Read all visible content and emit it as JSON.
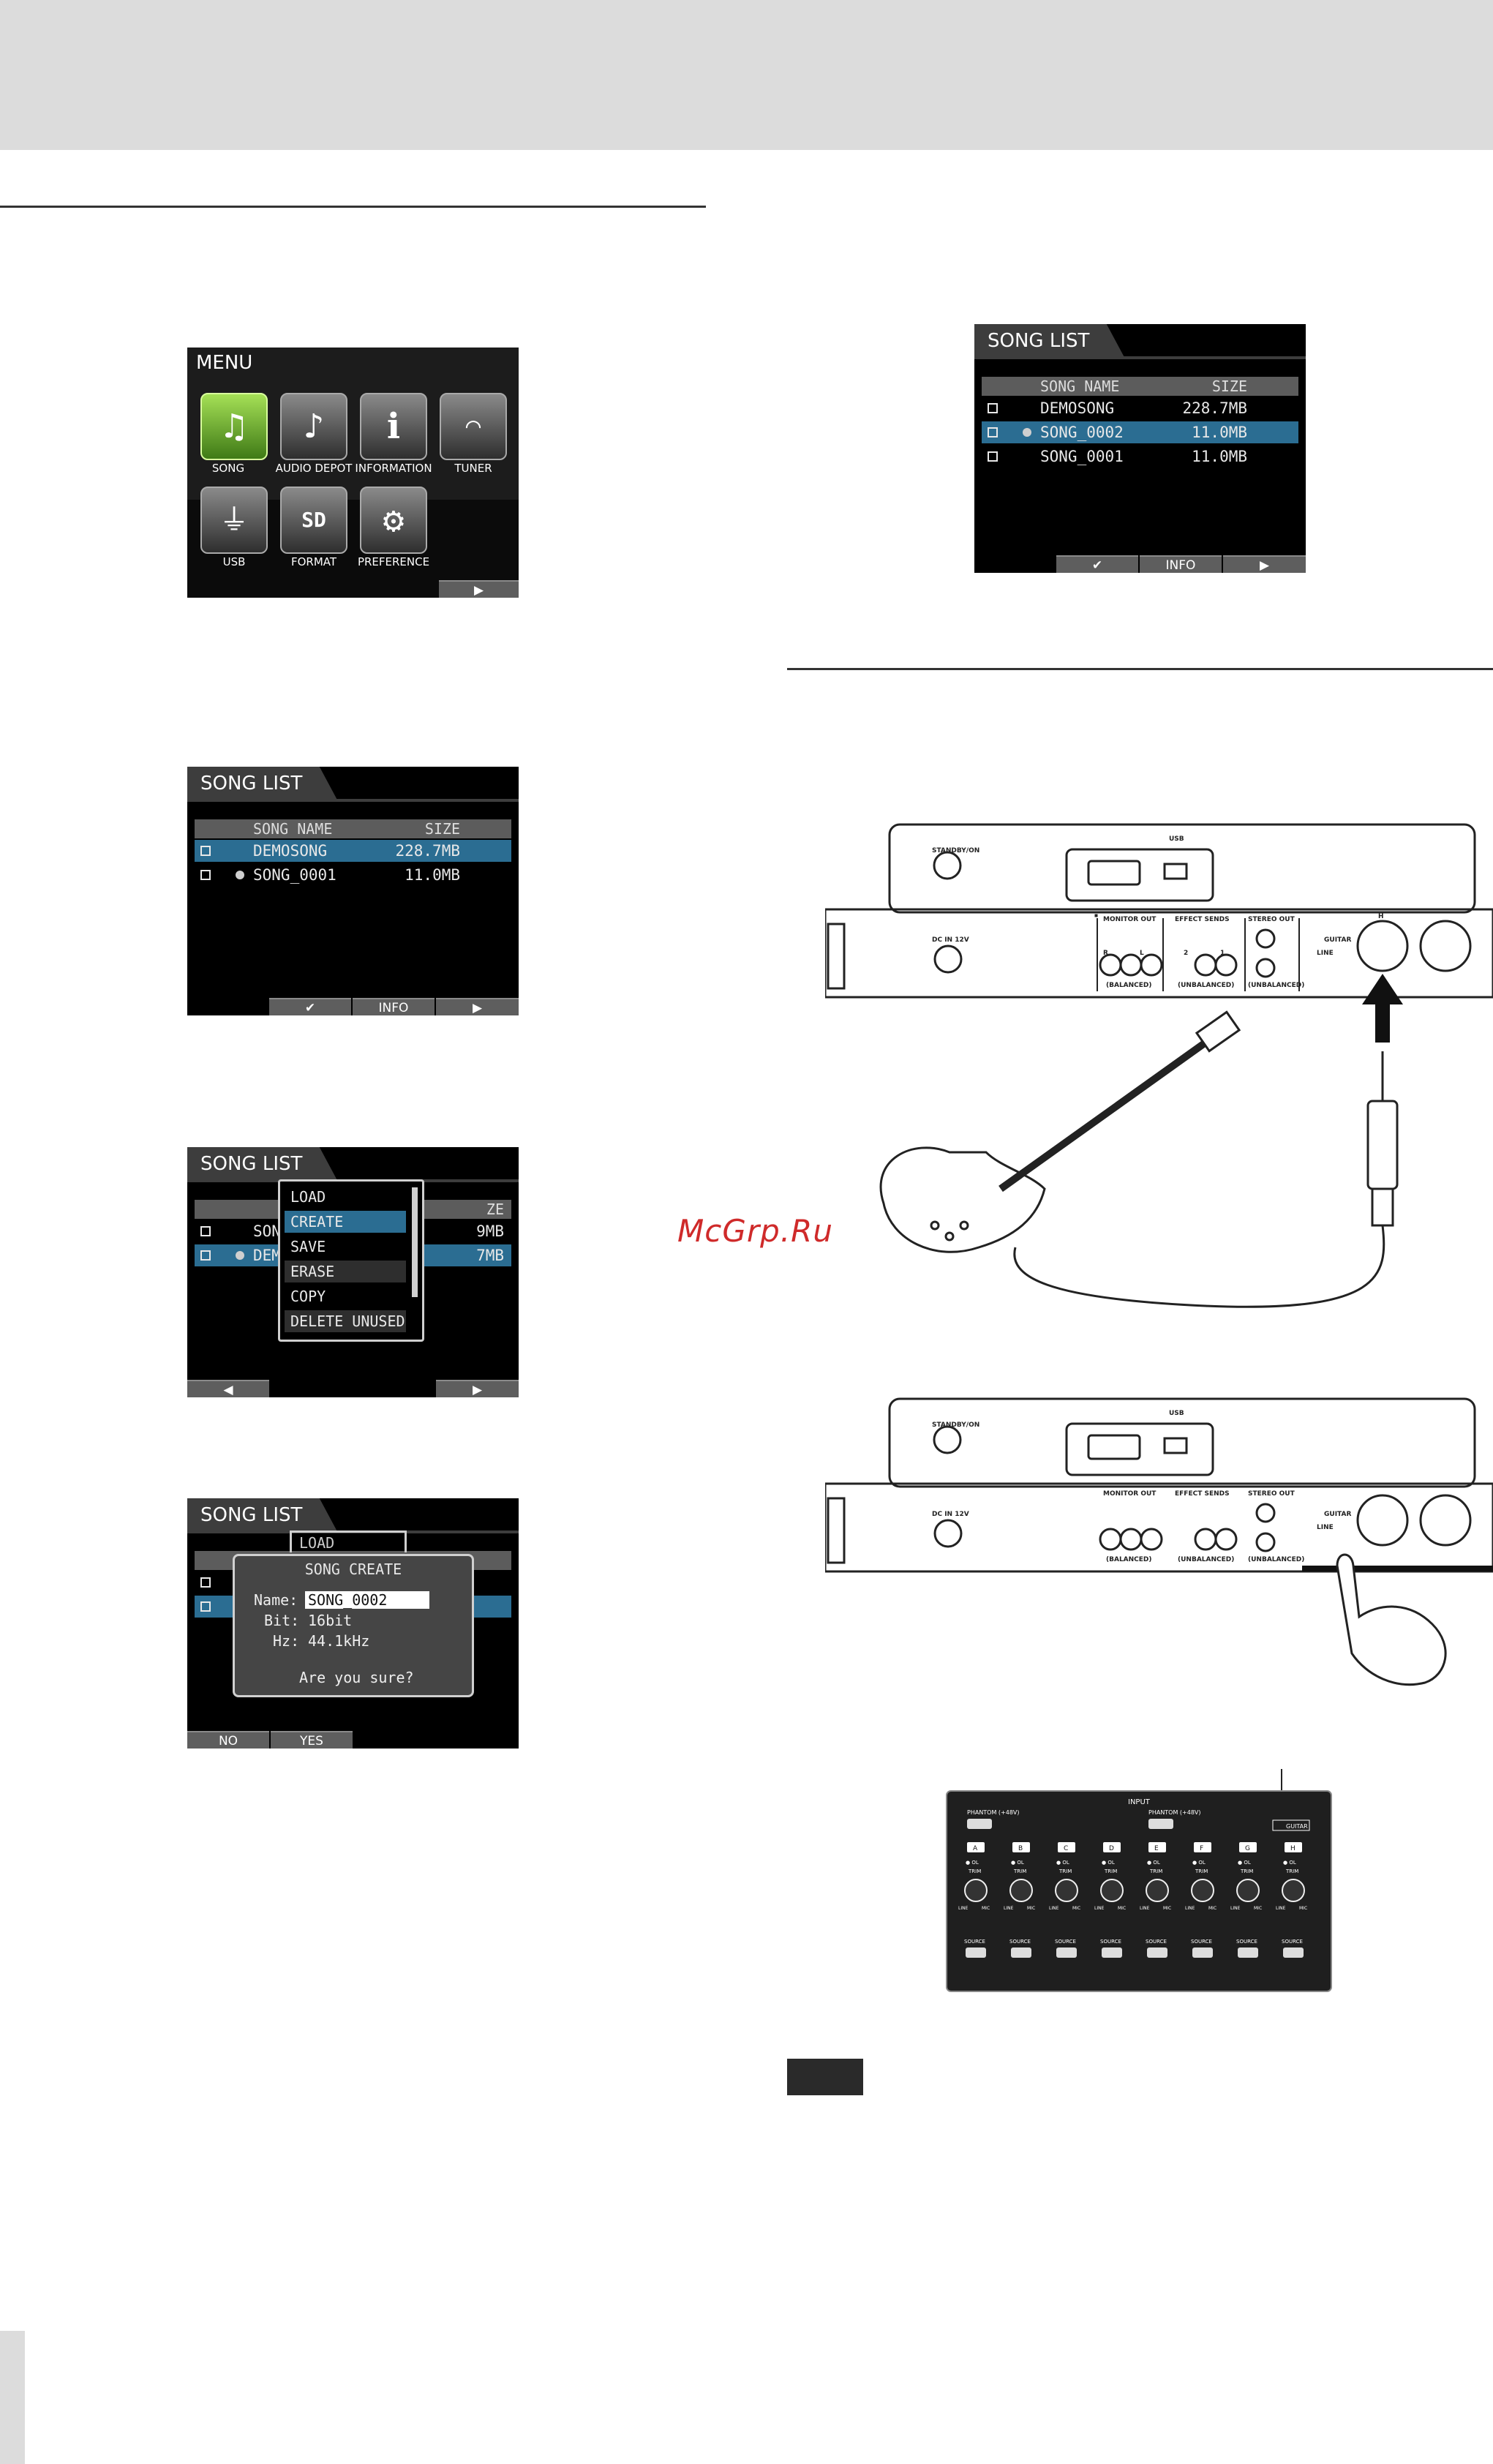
{
  "colors": {
    "selection": "#2b6d92",
    "lcd_bg": "#000000",
    "watermark": "#cf2a2a"
  },
  "watermark": "McGrp.Ru",
  "menu_screen": {
    "title": "MENU",
    "icons": [
      {
        "label": "SONG",
        "icon": "song-icon",
        "selected": true
      },
      {
        "label": "AUDIO DEPOT",
        "icon": "music-note-icon",
        "selected": false
      },
      {
        "label": "INFORMATION",
        "icon": "info-icon",
        "selected": false
      },
      {
        "label": "TUNER",
        "icon": "tuner-meter-icon",
        "selected": false
      },
      {
        "label": "USB",
        "icon": "usb-icon",
        "selected": false
      },
      {
        "label": "FORMAT",
        "icon": "sd-card-icon",
        "selected": false
      },
      {
        "label": "PREFERENCE",
        "icon": "gear-icon",
        "selected": false
      }
    ],
    "footer_right": "▶"
  },
  "song_list_1": {
    "title": "SONG LIST",
    "header_name": "SONG NAME",
    "header_size": "SIZE",
    "rows": [
      {
        "name": "DEMOSONG",
        "size": "228.7MB",
        "selected": true,
        "current": false
      },
      {
        "name": "SONG_0001",
        "size": "11.0MB",
        "selected": false,
        "current": true
      }
    ],
    "footer": [
      "✔",
      "INFO",
      "▶"
    ]
  },
  "song_list_menu": {
    "title": "SONG LIST",
    "behind_rows": [
      {
        "name": "SON",
        "size": "9MB"
      },
      {
        "name": "DEM",
        "size": "7MB"
      }
    ],
    "behind_header_size": "ZE",
    "popup_items": [
      "LOAD",
      "CREATE",
      "SAVE",
      "ERASE",
      "COPY",
      "DELETE UNUSED"
    ],
    "popup_highlight": "CREATE",
    "footer_left": "◀",
    "footer_right": "▶"
  },
  "song_create_dialog": {
    "title": "SONG LIST",
    "behind_popup_item": "LOAD",
    "dialog_title": "SONG CREATE",
    "name_label": "Name:",
    "name_value": "SONG_0002",
    "bit_label": "Bit:",
    "bit_value": "16bit",
    "hz_label": "Hz:",
    "hz_value": "44.1kHz",
    "confirm": "Are you sure?",
    "footer": [
      "NO",
      "YES"
    ]
  },
  "song_list_2": {
    "title": "SONG LIST",
    "header_name": "SONG NAME",
    "header_size": "SIZE",
    "rows": [
      {
        "name": "DEMOSONG",
        "size": "228.7MB",
        "selected": false,
        "current": false
      },
      {
        "name": "SONG_0002",
        "size": "11.0MB",
        "selected": true,
        "current": true
      },
      {
        "name": "SONG_0001",
        "size": "11.0MB",
        "selected": false,
        "current": false
      }
    ],
    "footer": [
      "✔",
      "INFO",
      "▶"
    ]
  },
  "rear_panel": {
    "standby": "STANDBY/ON",
    "usb": "USB",
    "dc_in": "DC IN 12V",
    "monitor_out": "MONITOR OUT",
    "balanced": "(BALANCED)",
    "effect_sends": "EFFECT SENDS",
    "stereo_out": "STEREO OUT",
    "unbalanced": "(UNBALANCED)",
    "guitar": "GUITAR",
    "line": "LINE",
    "r": "R",
    "l": "L",
    "one": "1",
    "two": "2",
    "h": "H"
  },
  "input_panel": {
    "title": "INPUT",
    "phantom": "PHANTOM (+48V)",
    "guitar": "GUITAR",
    "channels": [
      "A",
      "B",
      "C",
      "D",
      "E",
      "F",
      "G",
      "H"
    ],
    "ol": "OL",
    "trim": "TRIM",
    "line": "LINE",
    "mic": "MIC",
    "source": "SOURCE"
  }
}
